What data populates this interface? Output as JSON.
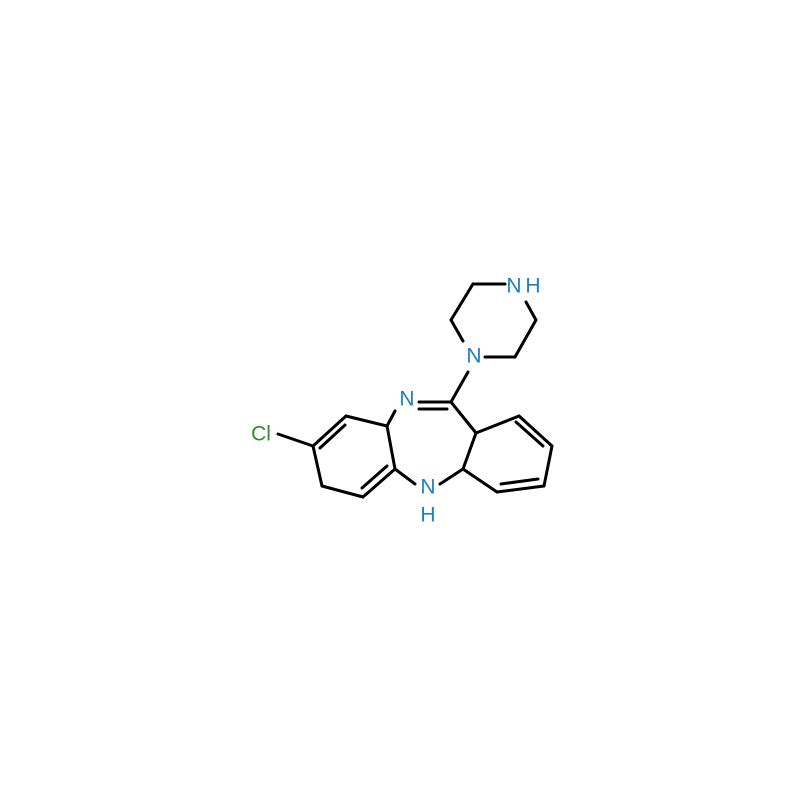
{
  "molecule": {
    "labels": {
      "chlorine": "Cl",
      "imine_nitrogen": "N",
      "piperazine_n1": "N",
      "piperazine_nh_n": "N",
      "piperazine_nh_h": "H",
      "bridge_nh_n": "N",
      "bridge_nh_h": "H"
    },
    "colors": {
      "bond": "#000000",
      "nitrogen": "#1f7ec4",
      "chlorine": "#2e8b2e",
      "background": "#ffffff"
    }
  }
}
